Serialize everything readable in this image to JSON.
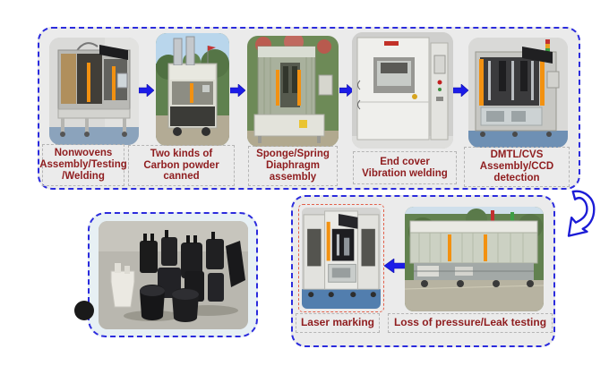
{
  "diagram": {
    "title_hint": "manufacturing process flow",
    "top_row": {
      "stages": [
        {
          "name": "nonwovens-assembly",
          "label": "Nonwovens\nAssembly/Testing\n/Welding"
        },
        {
          "name": "carbon-powder-canned",
          "label": "Two kinds of\nCarbon powder\ncanned"
        },
        {
          "name": "sponge-spring-diaphragm",
          "label": "Sponge/Spring\nDiaphragm\nassembly"
        },
        {
          "name": "end-cover-vibration-welding",
          "label": "End cover\nVibration welding"
        },
        {
          "name": "dmtl-cvs-ccd",
          "label": "DMTL/CVS\nAssembly/CCD\ndetection"
        }
      ]
    },
    "bottom_row": {
      "stages": [
        {
          "name": "laser-marking",
          "label": "Laser marking"
        },
        {
          "name": "leak-testing",
          "label": "Loss of pressure/Leak testing"
        }
      ]
    },
    "colors": {
      "container_border": "#2b2bdd",
      "flow_arrow": "#1c1ce8",
      "label_text": "#8f1d1f",
      "label_border": "#b5b5b5",
      "top_panel_bg": "#ebebeb",
      "parts_panel_bg": "#e7f0f4",
      "bottom_panel_bg": "#ebebeb",
      "laser_photo_frame": "#e2604a",
      "accent_orange": "#f29111"
    }
  }
}
